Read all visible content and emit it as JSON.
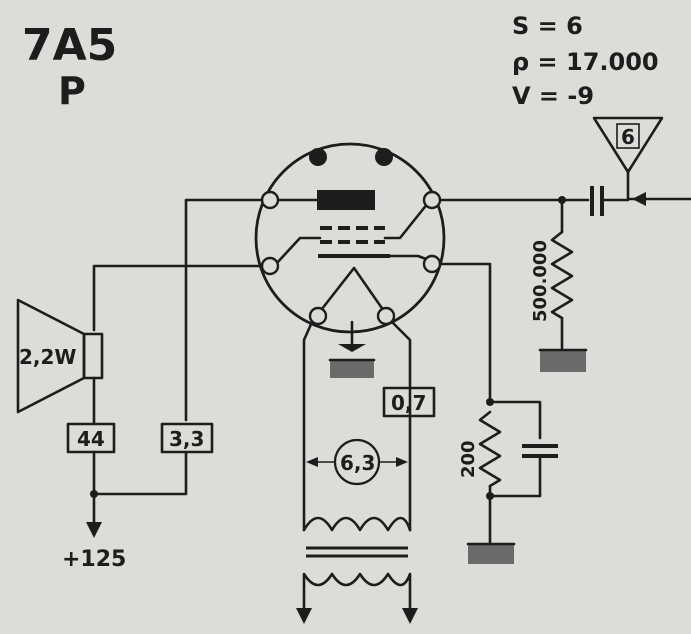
{
  "tube": {
    "type": "7A5",
    "class": "P"
  },
  "params": {
    "S": "S = 6",
    "rho": "ρ = 17.000",
    "V": "V = -9"
  },
  "labels": {
    "speaker": "2,2W",
    "anode_volt": "44",
    "screen_volt": "3,3",
    "filament_current": "0,7",
    "filament_voltage": "6,3",
    "supply": "+125",
    "grid_resistor": "500.000",
    "cathode_resistor": "200",
    "input_stage": "6"
  }
}
